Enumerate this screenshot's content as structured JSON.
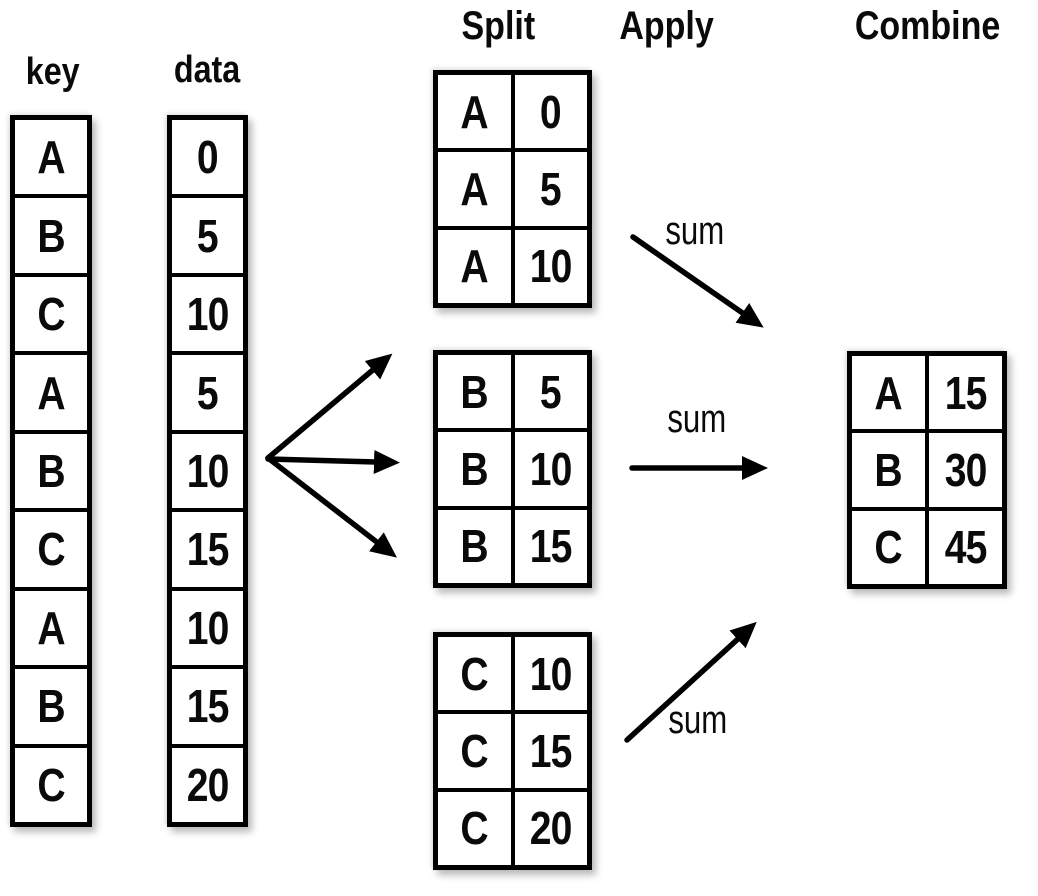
{
  "figure": {
    "key_label": "key",
    "data_label": "data"
  },
  "stages": {
    "split": "Split",
    "apply": "Apply",
    "combine": "Combine"
  },
  "source": {
    "key_values": [
      "A",
      "B",
      "C",
      "A",
      "B",
      "C",
      "A",
      "B",
      "C"
    ],
    "data_values": [
      "0",
      "5",
      "10",
      "5",
      "10",
      "15",
      "10",
      "15",
      "20"
    ]
  },
  "split": {
    "groups": [
      {
        "rows": [
          {
            "key": "A",
            "value": "0"
          },
          {
            "key": "A",
            "value": "5"
          },
          {
            "key": "A",
            "value": "10"
          }
        ]
      },
      {
        "rows": [
          {
            "key": "B",
            "value": "5"
          },
          {
            "key": "B",
            "value": "10"
          },
          {
            "key": "B",
            "value": "15"
          }
        ]
      },
      {
        "rows": [
          {
            "key": "C",
            "value": "10"
          },
          {
            "key": "C",
            "value": "15"
          },
          {
            "key": "C",
            "value": "20"
          }
        ]
      }
    ]
  },
  "apply": {
    "operation": "sum",
    "sum_labels": [
      "sum",
      "sum",
      "sum"
    ]
  },
  "combine": {
    "rows": [
      {
        "key": "A",
        "value": "15"
      },
      {
        "key": "B",
        "value": "30"
      },
      {
        "key": "C",
        "value": "45"
      }
    ]
  },
  "colors": {
    "ink": "#000000",
    "background": "#ffffff"
  }
}
